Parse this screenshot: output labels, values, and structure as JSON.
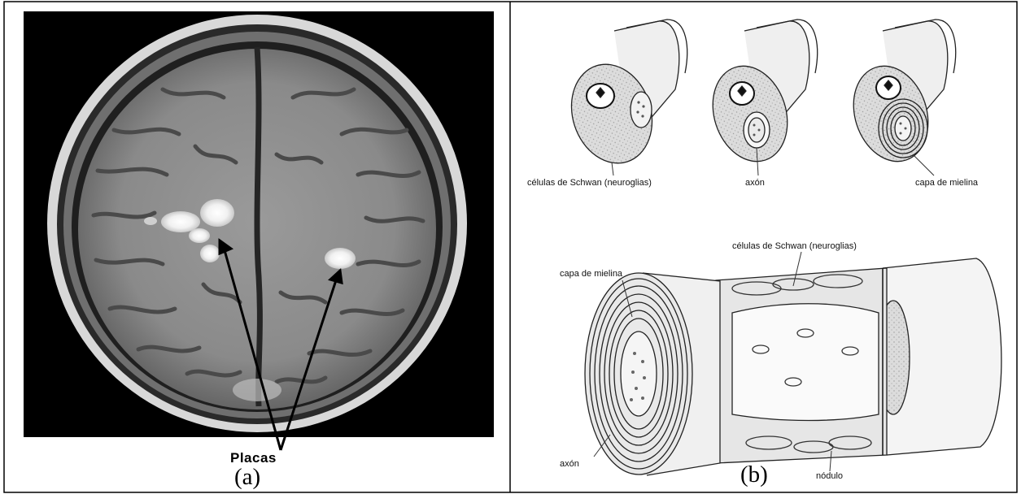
{
  "panel_a": {
    "arrow_label": "Placas",
    "caption": "(a)"
  },
  "panel_b": {
    "caption": "(b)",
    "labels": {
      "schwann_top": "células de Schwan (neuroglias)",
      "axon_top": "axón",
      "myelin_top": "capa de mielina",
      "schwann_bottom": "células de Schwan (neuroglias)",
      "myelin_bottom": "capa de mielina",
      "axon_bottom": "axón",
      "nodule": "nódulo"
    }
  }
}
